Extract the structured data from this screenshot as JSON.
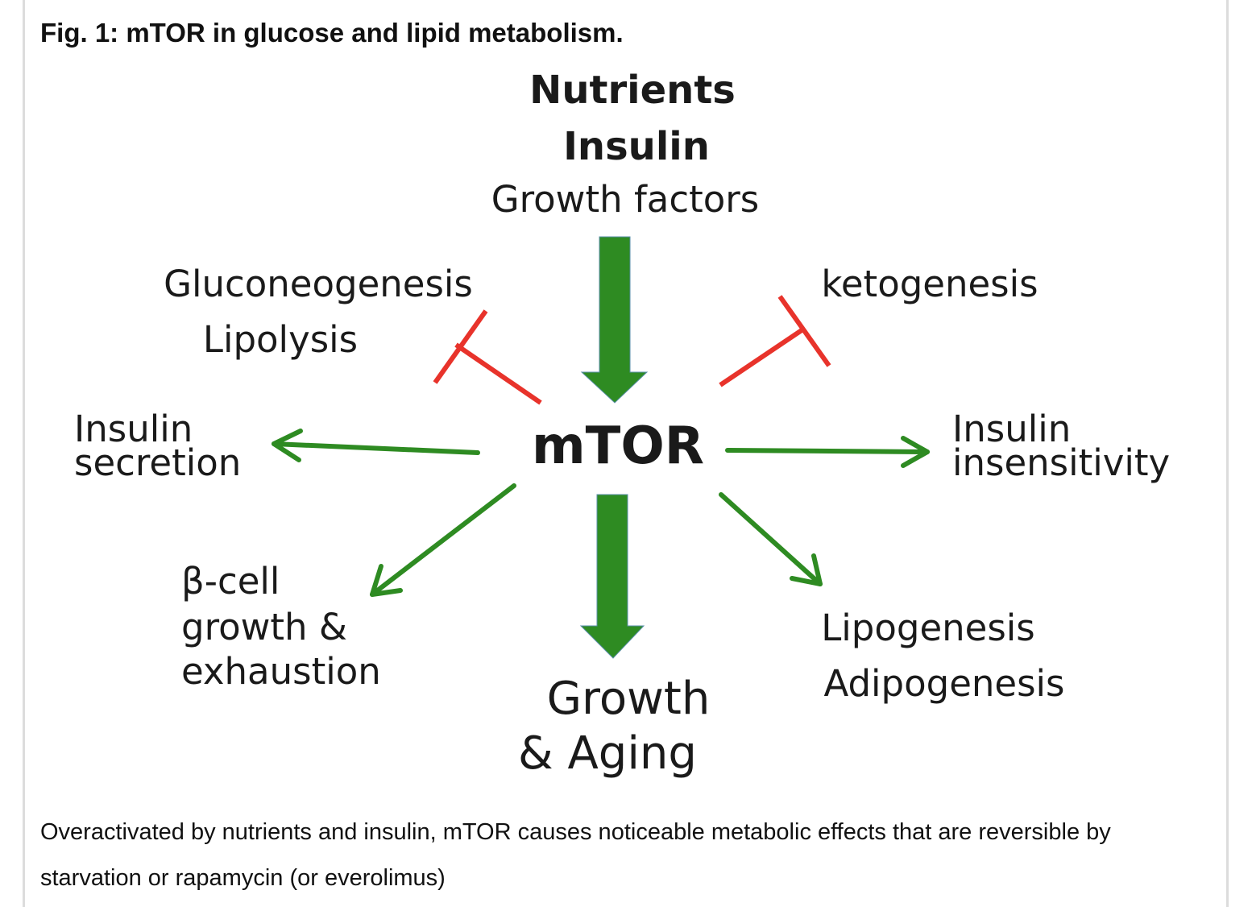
{
  "figure": {
    "title": "Fig. 1: mTOR in glucose and lipid metabolism.",
    "caption": "Overactivated by nutrients and insulin, mTOR causes noticeable metabolic effects that are reversible by starvation or rapamycin (or everolimus)"
  },
  "diagram": {
    "center": "mTOR",
    "inputs": {
      "line1": "Nutrients",
      "line2": "Insulin",
      "line3": "Growth factors"
    },
    "inhibited_left": {
      "line1": "Gluconeogenesis",
      "line2": "Lipolysis"
    },
    "inhibited_right": {
      "line1": "ketogenesis"
    },
    "left": {
      "line1": "Insulin",
      "line2": "secretion"
    },
    "right": {
      "line1": "Insulin",
      "line2": "insensitivity"
    },
    "bottom_left": {
      "line1": "β-cell",
      "line2": "growth &",
      "line3": "exhaustion"
    },
    "bottom": {
      "line1": "Growth",
      "line2": "& Aging"
    },
    "bottom_right": {
      "line1": "Lipogenesis",
      "line2": "Adipogenesis"
    },
    "colors": {
      "activation": "#2e8b22",
      "inhibition": "#e8332b",
      "text": "#1a1a1a"
    }
  }
}
